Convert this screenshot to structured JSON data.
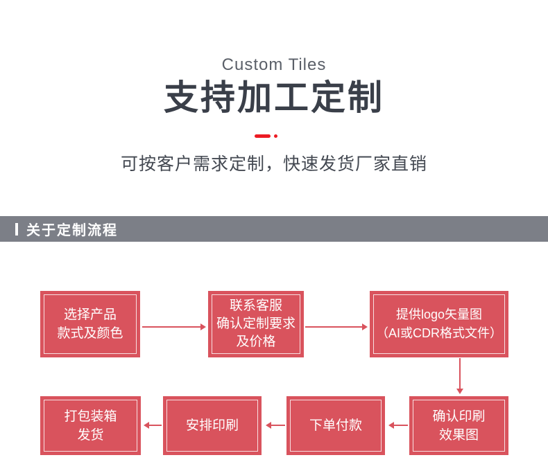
{
  "hero": {
    "eyebrow": "Custom Tiles",
    "title": "支持加工定制",
    "subtitle": "可按客户需求定制，快速发货厂家直销"
  },
  "section": {
    "title": "关于定制流程"
  },
  "flow": {
    "row1": [
      {
        "lines": [
          "选择产品",
          "款式及颜色"
        ]
      },
      {
        "lines": [
          "联系客服",
          "确认定制要求",
          "及价格"
        ]
      },
      {
        "lines": [
          "提供logo矢量图",
          "（AI或CDR格式文件）"
        ]
      }
    ],
    "row2": [
      {
        "lines": [
          "打包装箱",
          "发货"
        ]
      },
      {
        "lines": [
          "安排印刷"
        ]
      },
      {
        "lines": [
          "下单付款"
        ]
      },
      {
        "lines": [
          "确认印刷",
          "效果图"
        ]
      }
    ]
  },
  "colors": {
    "box_red": "#d9535d",
    "accent_red": "#ec1b23",
    "section_bar_gray": "#7c7f87",
    "title_dark": "#3a3f49",
    "white": "#ffffff"
  }
}
